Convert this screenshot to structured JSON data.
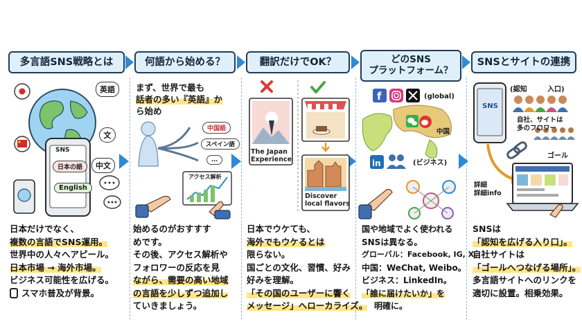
{
  "headers": [
    "多言語SNS戦略とは",
    "何語から始める？",
    "翻訳だけでOK？",
    "どのSNS\nプラットフォーム？",
    "SNSとサイトの連携"
  ],
  "col1": {
    "lang_bubble_1": "英語",
    "lang_bubble_2": "文",
    "lang_bubble_3": "中文",
    "phone_sns": "SNS",
    "phone_jp": "日本の語",
    "phone_en": "English",
    "lines": [
      "日本だけでなく、",
      "複数の言語でSNS運用。",
      "世界中の人々へアピール。",
      "日本市場 → 海外市場。",
      "ビジネス可能性を広げる。",
      "スマホ普及が背景。"
    ]
  },
  "col2": {
    "quote": [
      "まず、世界で最も",
      "話者の多い『英語』か",
      "ら始め"
    ],
    "branch_1": "中国語",
    "branch_2": "スペイン語",
    "branch_3": "…",
    "chart_label": "アクセス解析",
    "lines": [
      "始めるのがおすすす",
      "めです。",
      "その後、アクセス解析や",
      "フォロワーの反応を見",
      "ながら、需要の高い地域",
      "の言語を少しずつ追加し",
      "ていきましょう。"
    ]
  },
  "col3": {
    "card_1": [
      "The Japan",
      "Experience"
    ],
    "card_2": [
      "Discover",
      "local flavors"
    ],
    "lines": [
      "日本でウケても、",
      "海外でもウケるとは",
      "限らない。",
      "国ごとの文化、習慣、好み",
      "好みを理解。",
      "「その国のユーザーに響く",
      "メッセージ」へローカライズ。"
    ]
  },
  "col4": {
    "global_label": "(global)",
    "china_label": "中国",
    "business_label": "(ビジネス)",
    "lines": [
      "国や地域でよく使われる",
      "SNSは異なる。",
      "グローバル：Facebook, IG, X。",
      "中国：WeChat, Weibo。",
      "ビジネス：LinkedIn。",
      "「誰に届けたいか」を",
      "明確に。"
    ]
  },
  "col5": {
    "phone_sns": "SNS",
    "awareness": "(認知",
    "entrance": "入口)",
    "followers": [
      "自社、サイトは",
      "多のフロワー"
    ],
    "goal": "ゴール",
    "detail": [
      "詳細",
      "詳細info"
    ],
    "lines": [
      "SNSは",
      "「認知を広げる入り口」。",
      "自社サイトは",
      "「ゴールへつなげる場所」。",
      "多言語サイトへのリンクを",
      "適切に設置。相乗効果。"
    ]
  },
  "colors": {
    "accent": "#2d8ad6",
    "header_bg": "#dff0fb",
    "highlight": "#ffe58a"
  }
}
